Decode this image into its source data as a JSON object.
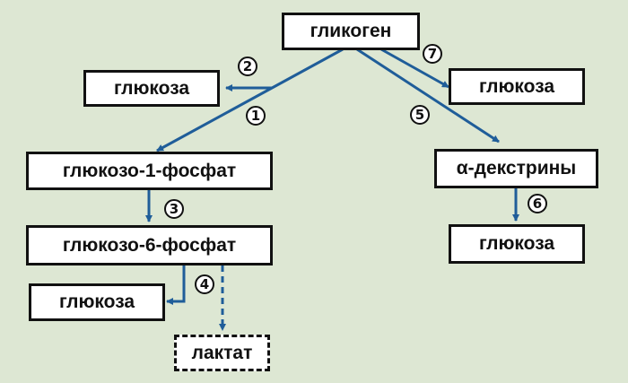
{
  "colors": {
    "background": "#dde7d3",
    "arrow": "#1f5d99",
    "box_border": "#111111",
    "box_fill": "#ffffff"
  },
  "nodes": {
    "glycogen": "гликоген",
    "glucose_2": "глюкоза",
    "glucose_7": "глюкоза",
    "glucose_1_phosphate": "глюкозо-1-фосфат",
    "alpha_dextrins": "α-декстрины",
    "glucose_6_phosphate": "глюкозо-6-фосфат",
    "glucose_6": "глюкоза",
    "glucose_4": "глюкоза",
    "lactate": "лактат"
  },
  "steps": {
    "s1": "1",
    "s2": "2",
    "s3": "3",
    "s4": "4",
    "s5": "5",
    "s6": "6",
    "s7": "7"
  }
}
